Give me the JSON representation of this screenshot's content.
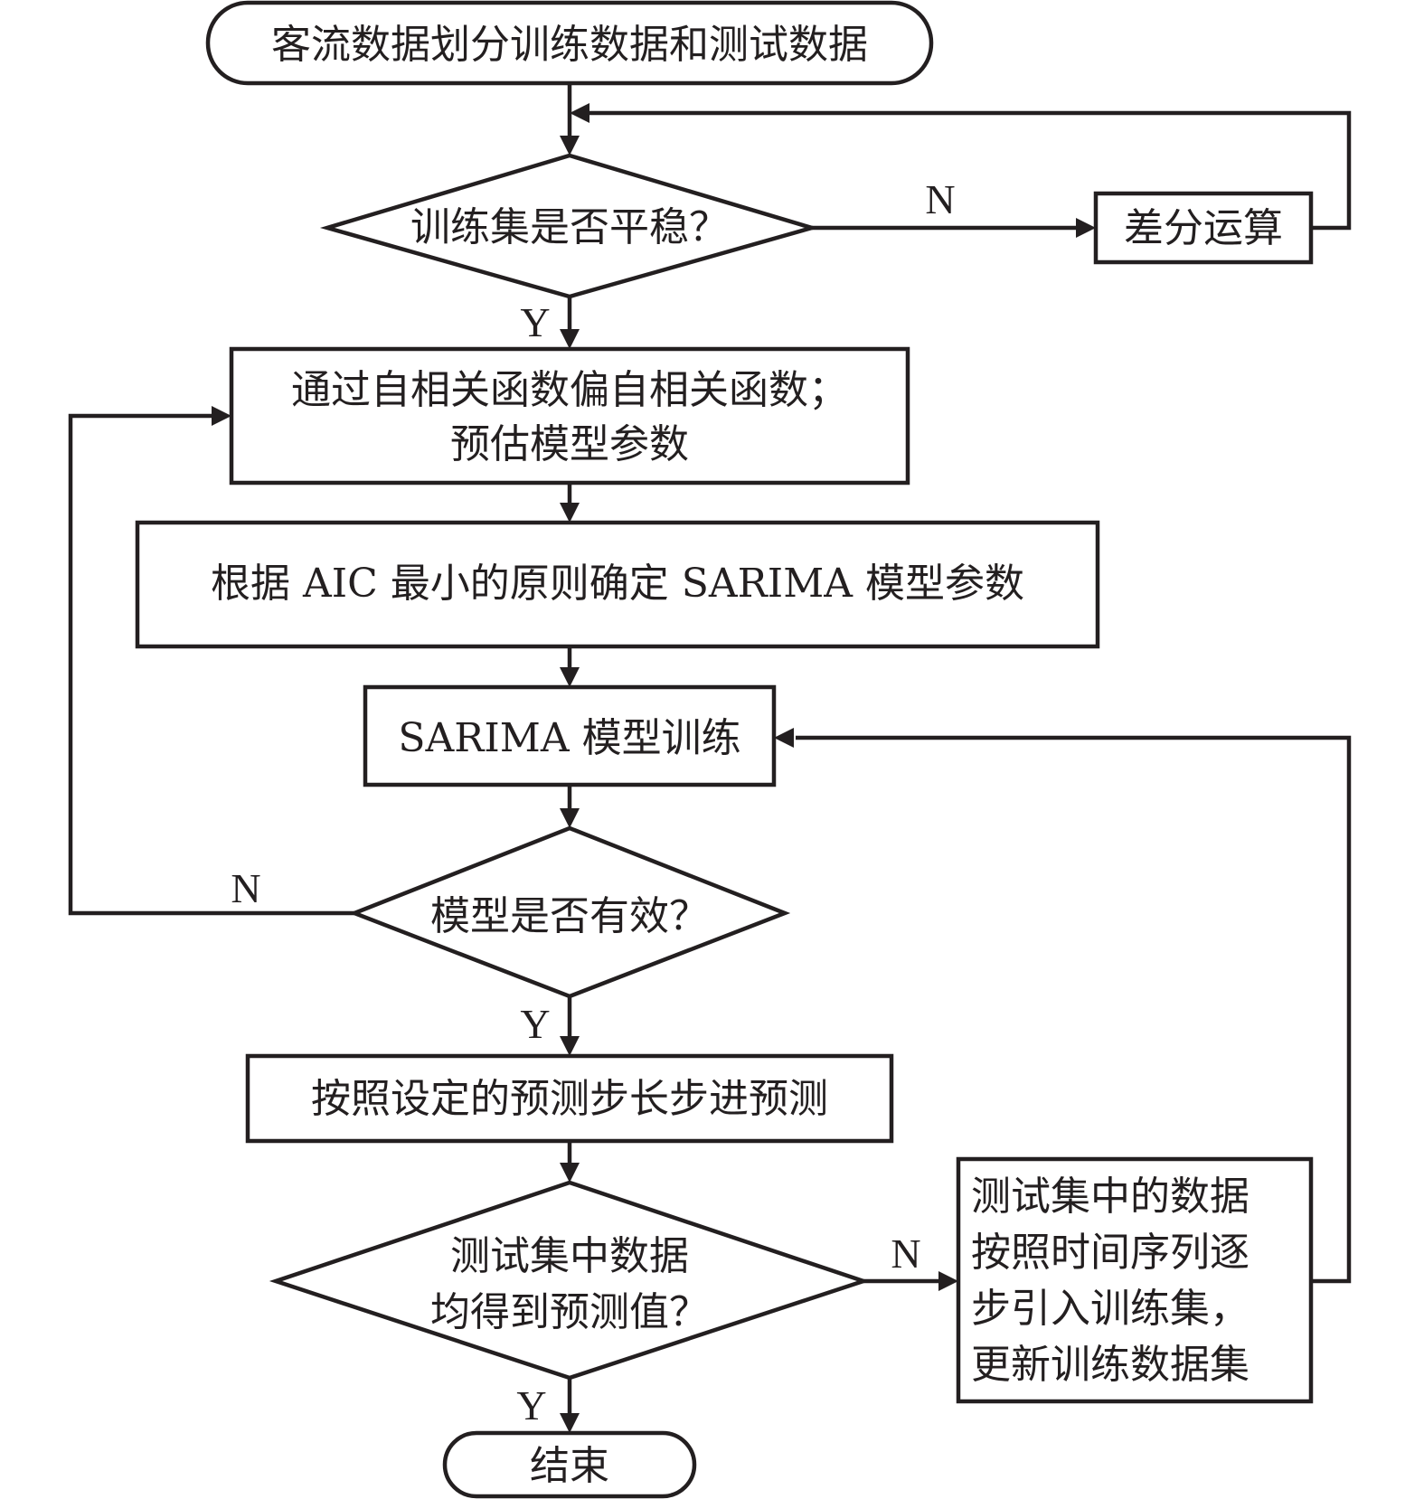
{
  "diagram": {
    "type": "flowchart",
    "nodes": {
      "start": {
        "shape": "terminal",
        "text": "客流数据划分训练数据和测试数据"
      },
      "stationary_check": {
        "shape": "decision",
        "text": "训练集是否平稳？"
      },
      "difference": {
        "shape": "process",
        "text": "差分运算"
      },
      "estimate_params": {
        "shape": "process",
        "lines": [
          "通过自相关函数偏自相关函数；",
          "预估模型参数"
        ]
      },
      "aic_select": {
        "shape": "process",
        "text": "根据 AIC 最小的原则确定 SARIMA 模型参数"
      },
      "train_model": {
        "shape": "process",
        "text": "SARIMA 模型训练"
      },
      "valid_check": {
        "shape": "decision",
        "text": "模型是否有效？"
      },
      "predict": {
        "shape": "process",
        "text": "按照设定的预测步长步进预测"
      },
      "all_predicted_check": {
        "shape": "decision",
        "lines": [
          "测试集中数据",
          "均得到预测值？"
        ]
      },
      "update_training": {
        "shape": "process",
        "lines": [
          "测试集中的数据",
          "按照时间序列逐",
          "步引入训练集，",
          "更新训练数据集"
        ]
      },
      "end": {
        "shape": "terminal",
        "text": "结束"
      }
    },
    "edges": [
      {
        "from": "start",
        "to": "stationary_check",
        "label": ""
      },
      {
        "from": "stationary_check",
        "to": "difference",
        "label": "N"
      },
      {
        "from": "difference",
        "to": "stationary_check",
        "label": ""
      },
      {
        "from": "stationary_check",
        "to": "estimate_params",
        "label": "Y"
      },
      {
        "from": "estimate_params",
        "to": "aic_select",
        "label": ""
      },
      {
        "from": "aic_select",
        "to": "train_model",
        "label": ""
      },
      {
        "from": "train_model",
        "to": "valid_check",
        "label": ""
      },
      {
        "from": "valid_check",
        "to": "estimate_params",
        "label": "N"
      },
      {
        "from": "valid_check",
        "to": "predict",
        "label": "Y"
      },
      {
        "from": "predict",
        "to": "all_predicted_check",
        "label": ""
      },
      {
        "from": "all_predicted_check",
        "to": "update_training",
        "label": "N"
      },
      {
        "from": "update_training",
        "to": "train_model",
        "label": ""
      },
      {
        "from": "all_predicted_check",
        "to": "end",
        "label": "Y"
      }
    ],
    "labels": {
      "yes": "Y",
      "no": "N"
    }
  }
}
